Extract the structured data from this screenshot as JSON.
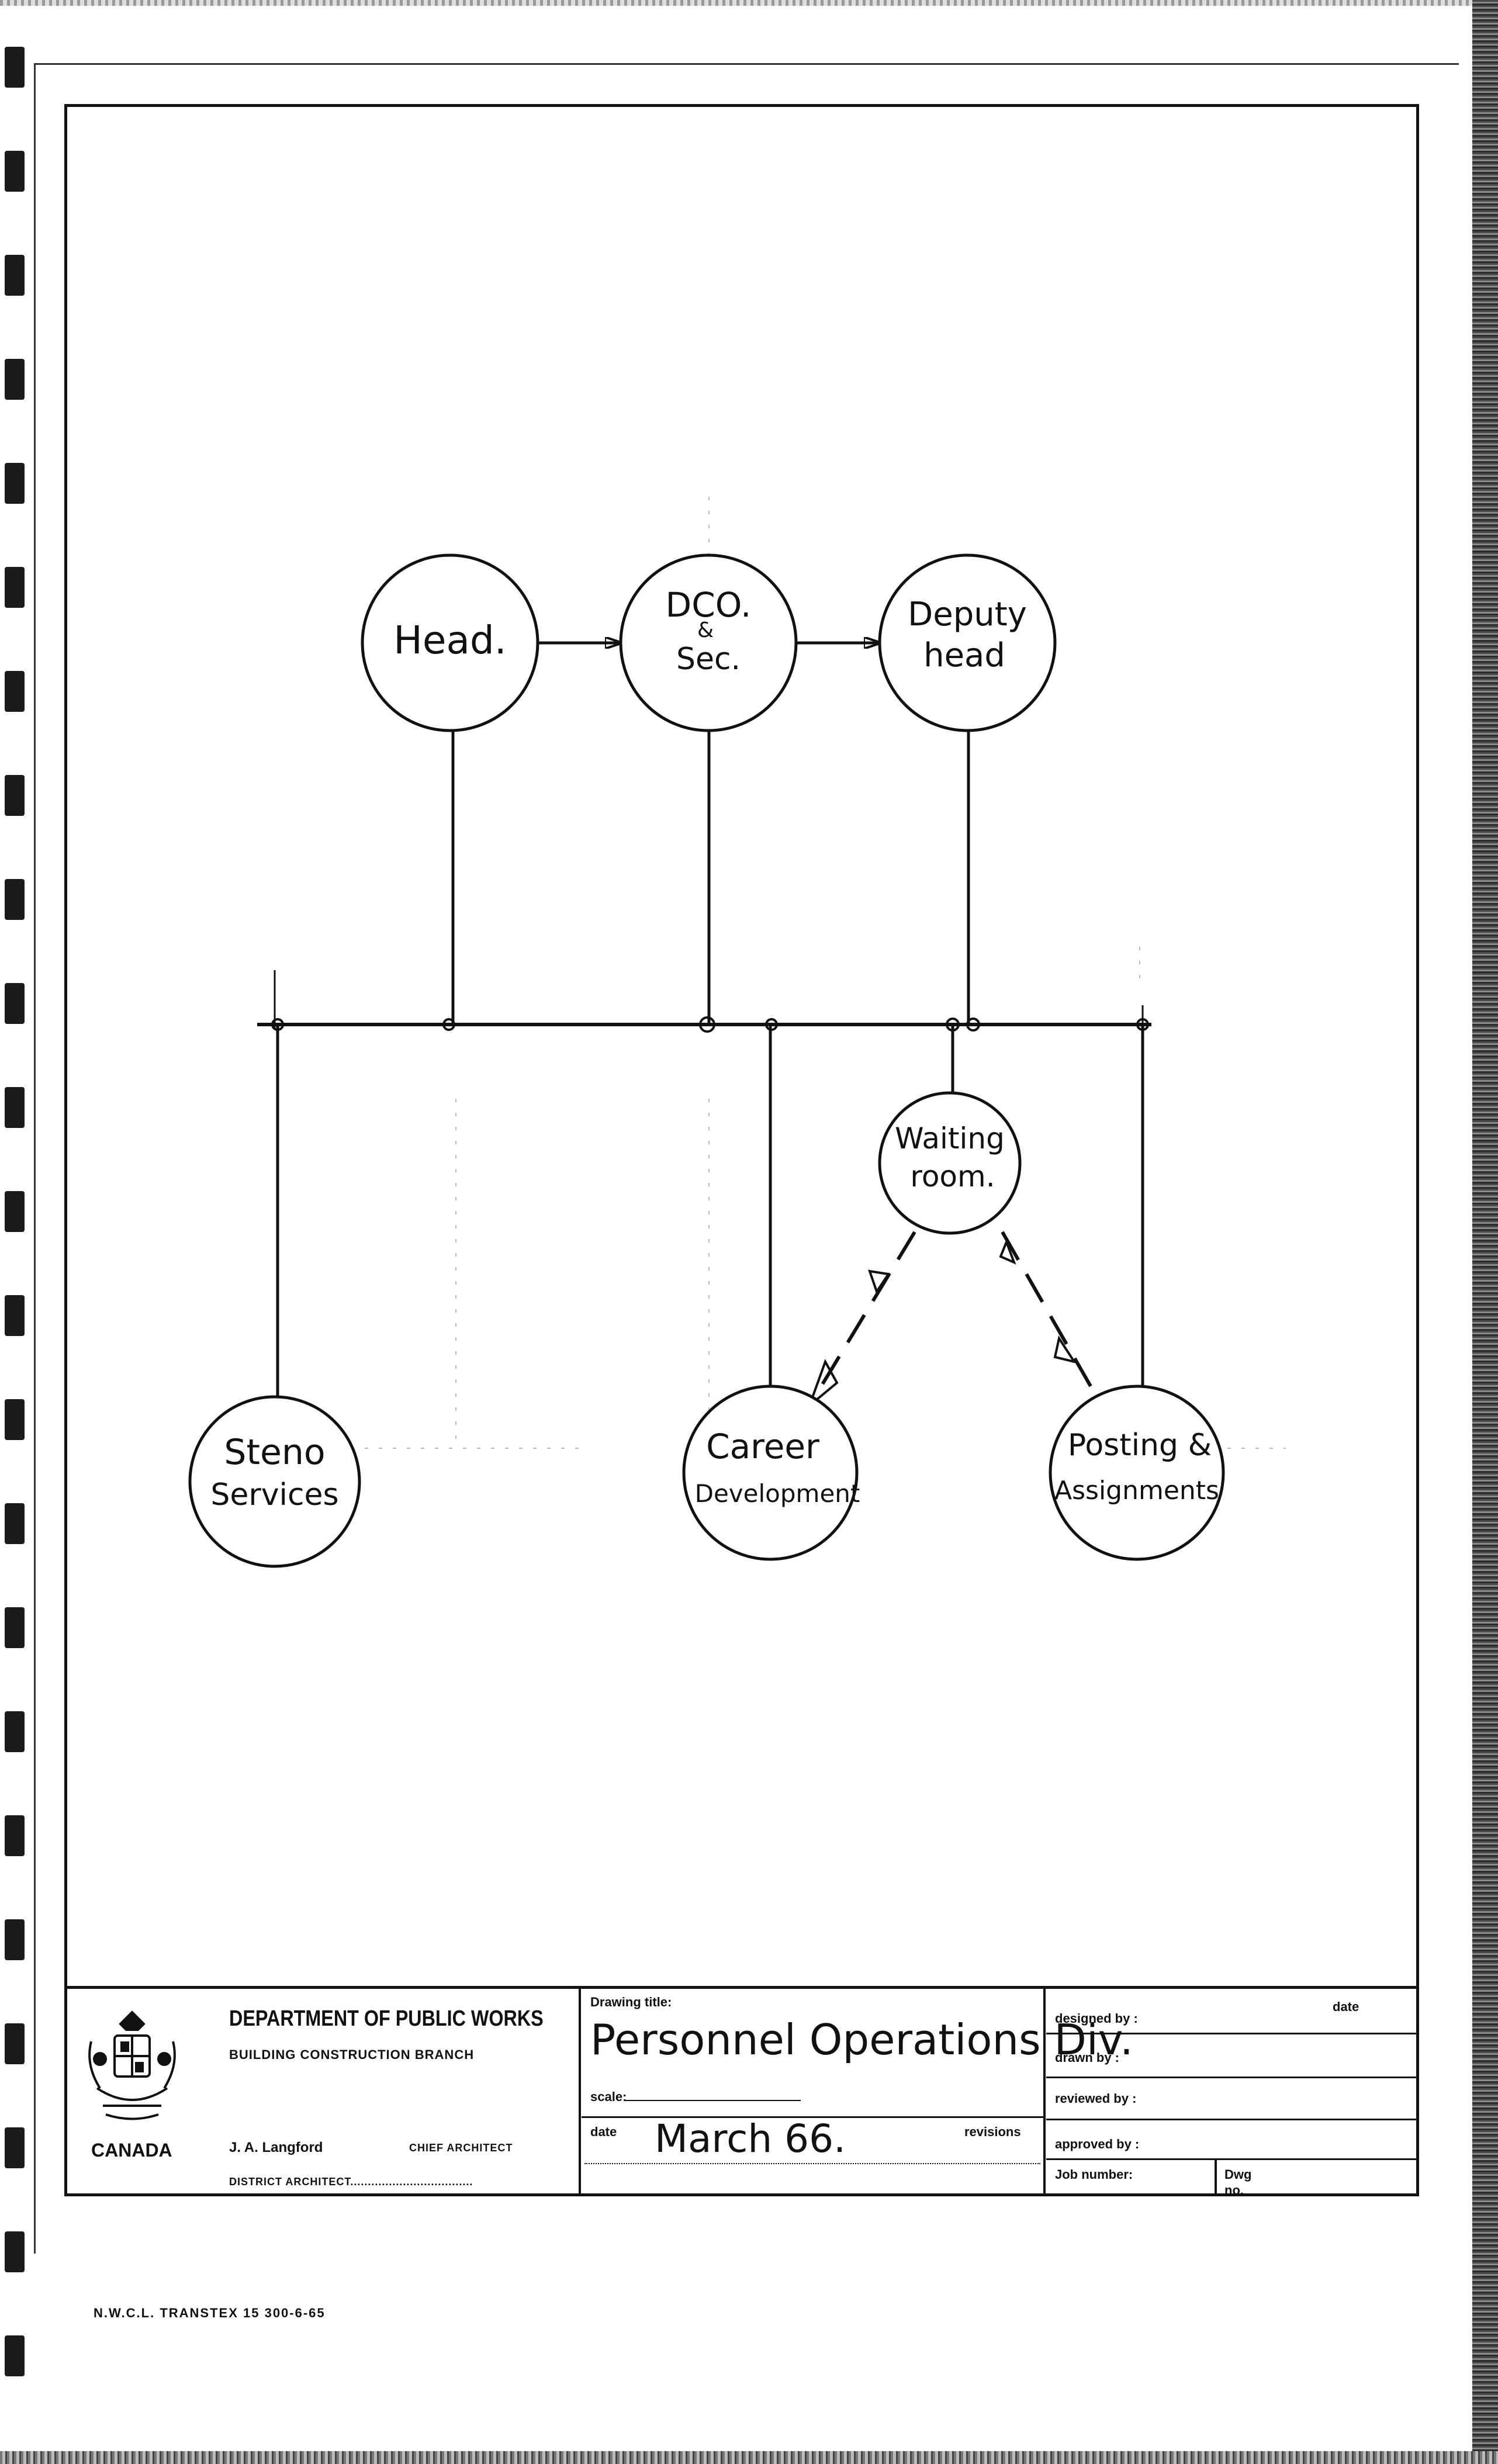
{
  "nodes": {
    "head": "Head.",
    "dco_line1": "DCO.",
    "dco_line2": "&",
    "dco_line3": "Sec.",
    "deputy_line1": "Deputy",
    "deputy_line2": "head",
    "waiting_line1": "Waiting",
    "waiting_line2": "room.",
    "steno_line1": "Steno",
    "steno_line2": "Services",
    "career_line1": "Career",
    "career_line2": "Development",
    "posting_line1": "Posting &",
    "posting_line2": "Assignments"
  },
  "title_block": {
    "department": "DEPARTMENT OF PUBLIC WORKS",
    "branch": "BUILDING CONSTRUCTION BRANCH",
    "country": "CANADA",
    "architect_name": "J. A. Langford",
    "architect_role": "CHIEF ARCHITECT",
    "district_architect": "DISTRICT ARCHITECT...................................",
    "drawing_title_label": "Drawing title:",
    "drawing_title": "Personnel Operations Div.",
    "scale_label": "scale:",
    "date_label": "date",
    "date_value": "March      66.",
    "revisions_label": "revisions",
    "designed_by": "designed  by  :",
    "drawn_by": "drawn  by  :",
    "reviewed_by": "reviewed  by  :",
    "approved_by": "approved  by  :",
    "job_number": "Job number:",
    "dwg_label": "Dwg",
    "no_label": "no.",
    "date_col": "date"
  },
  "footer": "N.W.C.L.   TRANSTEX  15   300-6-65"
}
